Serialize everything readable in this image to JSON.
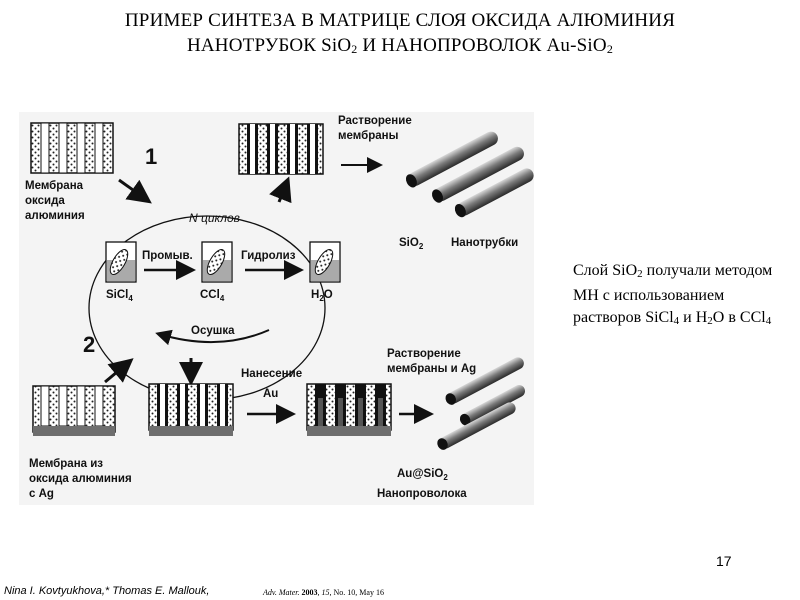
{
  "title": {
    "line1": "ПРИМЕР СИНТЕЗА В МАТРИЦЕ СЛОЯ ОКСИДА АЛЮМИНИЯ",
    "line2_prefix": "НАНОТРУБОК SiO",
    "line2_sub1": "2",
    "line2_middle": " И НАНОПРОВОЛОК Au-SiO",
    "line2_sub2": "2"
  },
  "diagram": {
    "step1_number": "1",
    "step2_number": "2",
    "membrane_label": [
      "Мембрана",
      "оксида",
      "алюминия"
    ],
    "dissolve_membrane": [
      "Растворение",
      "мембраны"
    ],
    "cycles": "N циклов",
    "wash": "Промыв.",
    "hydrolysis": "Гидролиз",
    "sicl4": "SiCl",
    "sicl4_sub": "4",
    "ccl4": "CCl",
    "ccl4_sub": "4",
    "h2o": "H",
    "h2o_sub": "2",
    "h2o_end": "O",
    "drying": "Осушка",
    "sio2": "SiO",
    "sio2_sub": "2",
    "nanotubes": "Нанотрубки",
    "deposition": [
      "Нанесение",
      "Au"
    ],
    "dissolve_membrane_ag": [
      "Растворение",
      "мембраны и Ag"
    ],
    "membrane_ag_label": [
      "Мембрана из",
      "оксида алюминия",
      "с Ag"
    ],
    "au_sio2": "Au@SiO",
    "au_sio2_sub": "2",
    "nanowire": "Нанопроволока",
    "colors": {
      "background": "#f4f4f4",
      "dark": "#111111",
      "substrate": "#6e6e6e"
    }
  },
  "side_text": {
    "part1": "Слой SiO",
    "sub1": "2",
    "part2": " получали методом МН с использованием растворов SiCl",
    "sub2": "4",
    "part3": " и H",
    "sub3": "2",
    "part4": "O в CCl",
    "sub4": "4"
  },
  "page_number": "17",
  "reference": {
    "authors": "Nina I. Kovtyukhova,* Thomas E. Mallouk,",
    "journal": "Adv. Mater.",
    "year": "2003",
    "volume": "15",
    "issue": ", No. 10, May 16"
  }
}
